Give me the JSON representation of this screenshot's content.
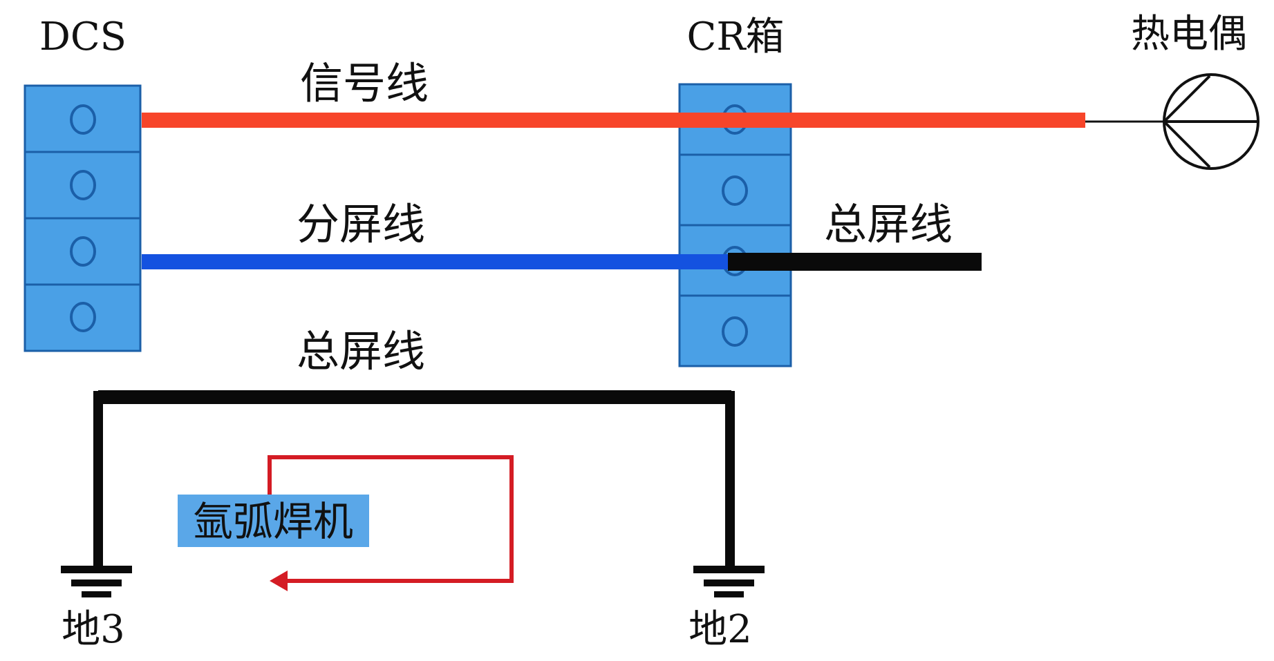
{
  "labels": {
    "dcs": "DCS",
    "cr_box": "CR箱",
    "thermocouple": "热电偶",
    "signal_wire": "信号线",
    "branch_shield_wire": "分屏线",
    "main_shield_wire_right": "总屏线",
    "main_shield_wire_bottom": "总屏线",
    "argon_welder": "氩弧焊机",
    "ground_3": "地3",
    "ground_2": "地2",
    "terminal_symbol": "O"
  },
  "colors": {
    "terminal_fill": "#4aa0e6",
    "terminal_stroke": "#1b5fa8",
    "signal_wire": "#f7452a",
    "branch_shield_wire": "#1452e0",
    "main_shield_wire": "#0a0a0a",
    "welder_loop": "#d41c24",
    "welder_label_bg": "#5aa7e8"
  }
}
